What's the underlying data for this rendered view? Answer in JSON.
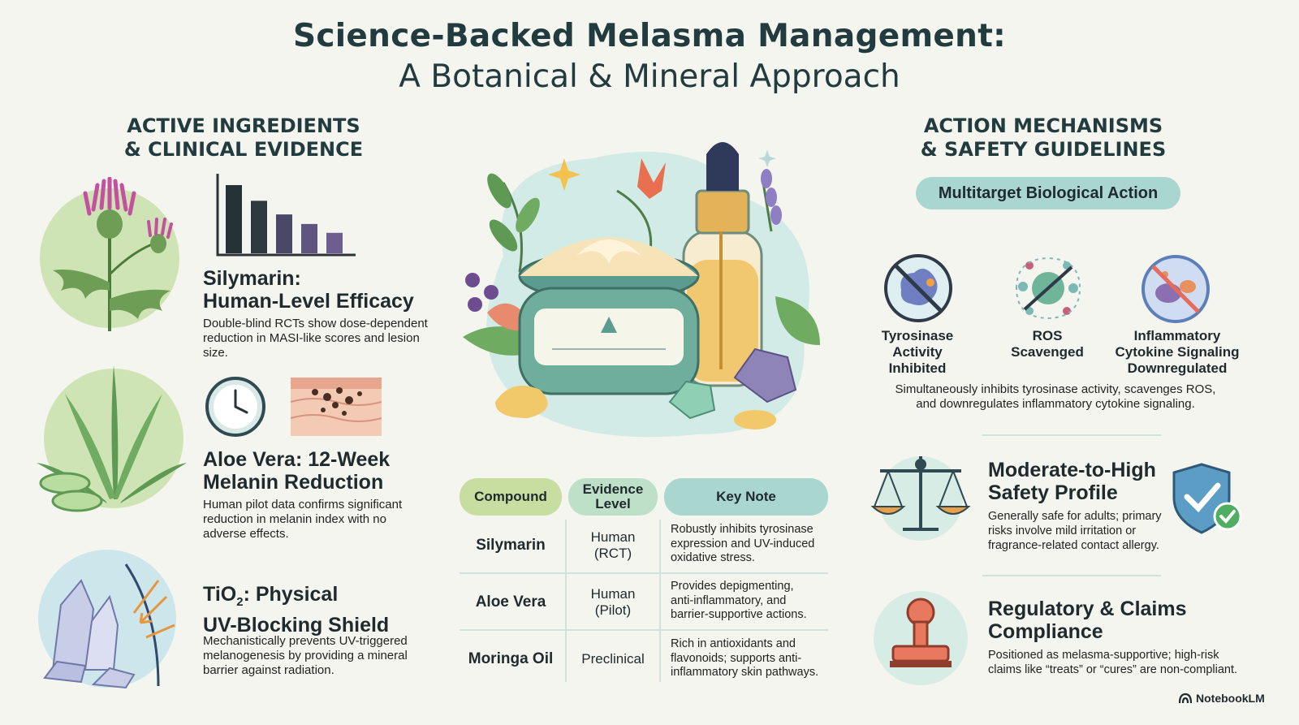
{
  "header": {
    "title": "Science-Backed Melasma Management:",
    "subtitle": "A Botanical & Mineral Approach"
  },
  "left": {
    "heading_line1": "ACTIVE INGREDIENTS",
    "heading_line2": "& CLINICAL EVIDENCE",
    "cards": [
      {
        "title_line1": "Silymarin:",
        "title_line2": "Human-Level Efficacy",
        "body_line1": "Double-blind RCTs show dose-dependent",
        "body_line2": "reduction in MASI-like scores and lesion",
        "body_line3": "size."
      },
      {
        "title_line1": "Aloe Vera: 12-Week",
        "title_line2": "Melanin Reduction",
        "body_line1": "Human pilot data confirms significant",
        "body_line2": "reduction in melanin index with no",
        "body_line3": "adverse effects."
      },
      {
        "title_prefix": "TiO",
        "title_sub": "2",
        "title_suffix": ": Physical",
        "title_line2": "UV-Blocking Shield",
        "body_line1": "Mechanistically prevents UV-triggered",
        "body_line2": "melanogenesis by providing a mineral",
        "body_line3": "barrier against radiation."
      }
    ],
    "bar_values": [
      100,
      77,
      57,
      43,
      30
    ]
  },
  "table": {
    "headers": {
      "compound": "Compound",
      "evidence_line1": "Evidence",
      "evidence_line2": "Level",
      "note": "Key Note"
    },
    "rows": [
      {
        "compound": "Silymarin",
        "evidence_line1": "Human",
        "evidence_line2": "(RCT)",
        "note_line1": "Robustly inhibits tyrosinase",
        "note_line2": "expression and UV-induced",
        "note_line3": "oxidative stress."
      },
      {
        "compound": "Aloe Vera",
        "evidence_line1": "Human",
        "evidence_line2": "(Pilot)",
        "note_line1": "Provides depigmenting,",
        "note_line2": "anti-inflammatory, and",
        "note_line3": "barrier-supportive actions."
      },
      {
        "compound": "Moringa Oil",
        "evidence_line1": "Preclinical",
        "evidence_line2": "",
        "note_line1": "Rich in antioxidants and",
        "note_line2": "flavonoids; supports anti-",
        "note_line3": "inflammatory skin pathways."
      }
    ]
  },
  "right": {
    "heading_line1": "ACTION MECHANISMS",
    "heading_line2": "& SAFETY GUIDELINES",
    "pill": "Multitarget Biological Action",
    "mechanisms": [
      {
        "line1": "Tyrosinase",
        "line2": "Activity",
        "line3": "Inhibited"
      },
      {
        "line1": "ROS",
        "line2": "Scavenged",
        "line3": ""
      },
      {
        "line1": "Inflammatory",
        "line2": "Cytokine Signaling",
        "line3": "Downregulated"
      }
    ],
    "summary_line1": "Simultaneously inhibits tyrosinase activity, scavenges ROS,",
    "summary_line2": "and downregulates inflammatory cytokine signaling.",
    "safety": {
      "title_line1": "Moderate-to-High",
      "title_line2": "Safety Profile",
      "body_line1": "Generally safe for adults; primary",
      "body_line2": "risks involve mild irritation or",
      "body_line3": "fragrance-related contact allergy."
    },
    "regulatory": {
      "title_line1": "Regulatory & Claims",
      "title_line2": "Compliance",
      "body_line1": "Positioned as melasma-supportive; high-risk",
      "body_line2": "claims like “treats” or “cures” are non-compliant."
    }
  },
  "footer": {
    "brand": "NotebookLM"
  },
  "colors": {
    "background": "#f5f5ef",
    "heading": "#213b3f",
    "green_pill": "#c8dea0",
    "teal_pill": "#a9d6cf",
    "mint_circle": "#d6ece4"
  }
}
